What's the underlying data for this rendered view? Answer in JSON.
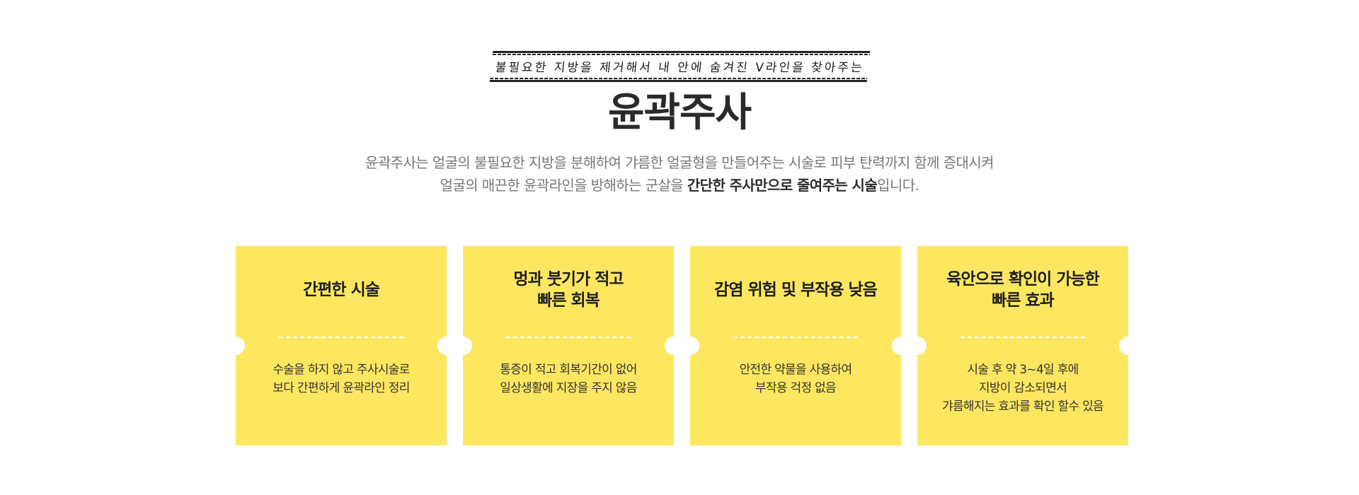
{
  "header": {
    "tagline": "불필요한 지방을 제거해서 내 안에 숨겨진 V라인을 찾아주는",
    "title": "윤곽주사",
    "description": {
      "line1": "윤곽주사는 얼굴의 불필요한 지방을 분해하여 갸름한 얼굴형을 만들어주는 시술로 피부 탄력까지 함께 증대시켜",
      "line2_prefix": "얼굴의 매끈한 윤곽라인을 방해하는 군살을 ",
      "line2_emphasis": "간단한 주사만으로 줄여주는 시술",
      "line2_suffix": "입니다."
    }
  },
  "cards": [
    {
      "title": "간편한 시술",
      "text": "수술을 하지 않고 주사시술로\n보다 간편하게 윤곽라인 정리"
    },
    {
      "title": "멍과 붓기가 적고\n빠른 회복",
      "text": "통증이 적고 회복기간이 없어\n일상생활에 지장을 주지 않음"
    },
    {
      "title": "감염 위험 및 부작용 낮음",
      "text": "안전한 약물을 사용하여\n부작용 걱정 없음"
    },
    {
      "title": "육안으로 확인이 가능한\n빠른 효과",
      "text": "시술 후 약 3~4일 후에\n지방이 감소되면서\n갸름해지는 효과를 확인 할수 있음"
    }
  ],
  "colors": {
    "card_background": "#fde761",
    "title_text": "#2a2a2a",
    "description_text": "#777777"
  }
}
